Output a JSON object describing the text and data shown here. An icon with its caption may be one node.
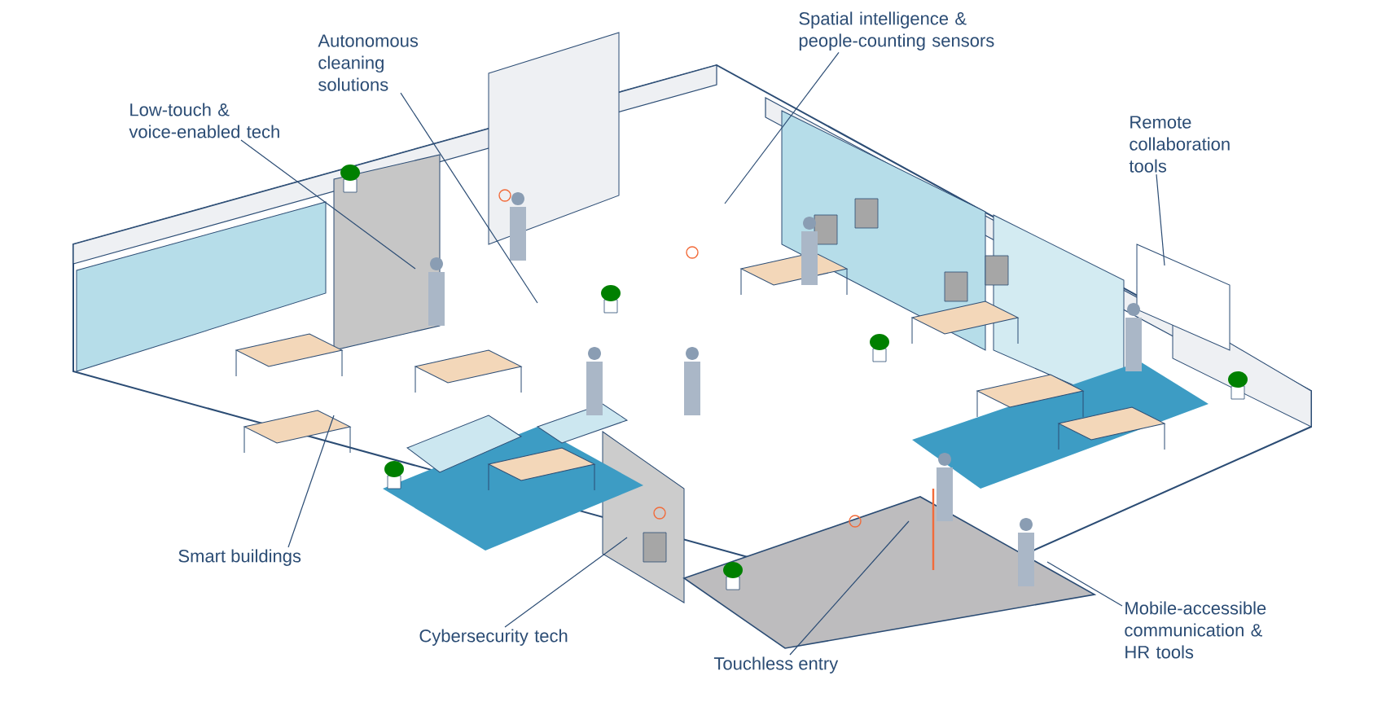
{
  "diagram": {
    "nodes": [
      {
        "text": [
          "Low-touch & voice-enabled tech"
        ]
      },
      {
        "text": [
          "Autonomous cleaning solutions"
        ]
      },
      {
        "text": [
          "Spatial intelligence & people-counting sensors"
        ]
      },
      {
        "text": [
          "Remote collaboration tools"
        ]
      },
      {
        "text": [
          "Smart buildings"
        ]
      },
      {
        "text": [
          "Cybersecurity tech"
        ]
      },
      {
        "text": [
          "Touchless entry"
        ]
      },
      {
        "text": [
          "Mobile-accessible communication & HR tools"
        ]
      }
    ],
    "edges": [
      {
        "from": 0,
        "to": null,
        "arrow": "none"
      },
      {
        "from": 1,
        "to": null,
        "arrow": "none"
      },
      {
        "from": 2,
        "to": null,
        "arrow": "none"
      },
      {
        "from": 3,
        "to": null,
        "arrow": "none"
      },
      {
        "from": 4,
        "to": null,
        "arrow": "none"
      },
      {
        "from": 5,
        "to": null,
        "arrow": "none"
      },
      {
        "from": 6,
        "to": null,
        "arrow": "none"
      },
      {
        "from": 7,
        "to": null,
        "arrow": "none"
      }
    ]
  }
}
